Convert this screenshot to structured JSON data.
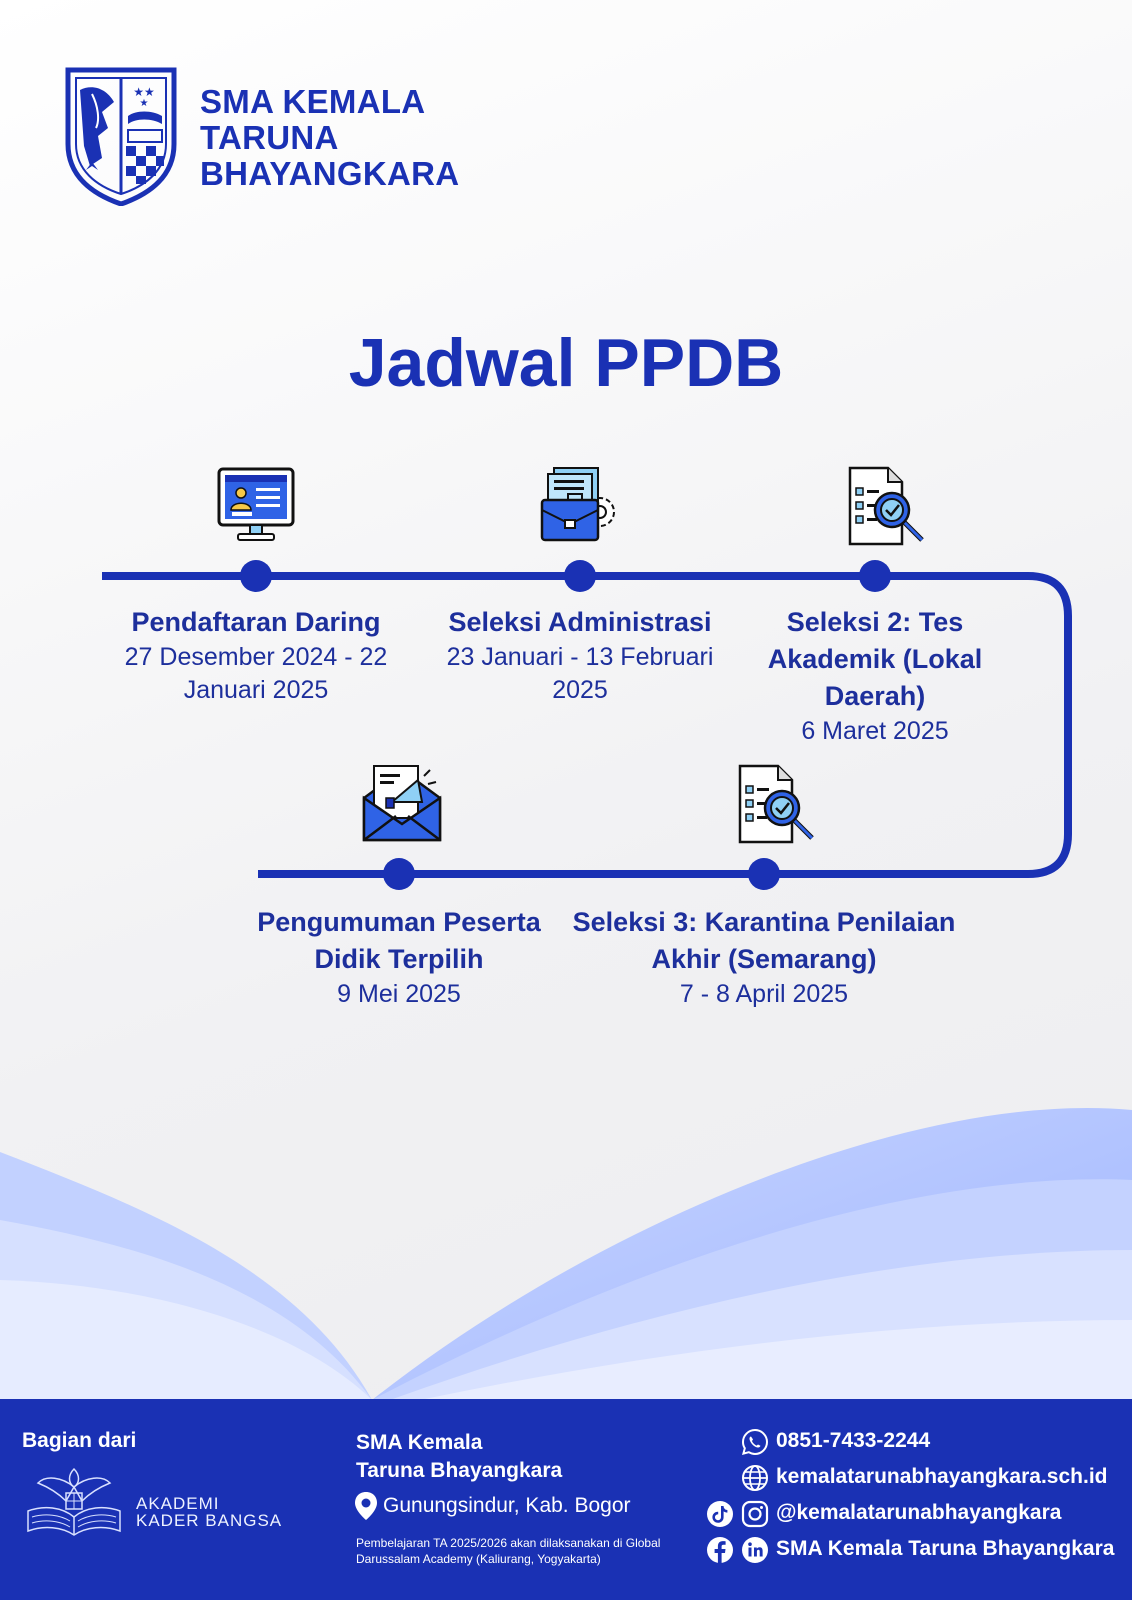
{
  "header": {
    "school_name_lines": [
      "SMA KEMALA",
      "TARUNA",
      "BHAYANGKARA"
    ]
  },
  "title": "Jadwal PPDB",
  "timeline": [
    {
      "title": "Pendaftaran Daring",
      "date": "27 Desember 2024 - 22 Januari 2025",
      "icon": "online-registration-icon"
    },
    {
      "title": "Seleksi Administrasi",
      "date": "23 Januari - 13 Februari 2025",
      "icon": "briefcase-documents-icon"
    },
    {
      "title": "Seleksi 2: Tes Akademik (Lokal Daerah)",
      "date": "6 Maret 2025",
      "icon": "document-check-icon"
    },
    {
      "title": "Seleksi 3: Karantina Penilaian Akhir (Semarang)",
      "date": "7 - 8 April 2025",
      "icon": "document-check-icon"
    },
    {
      "title": "Pengumuman Peserta Didik Terpilih",
      "date": "9 Mei 2025",
      "icon": "announcement-envelope-icon"
    }
  ],
  "footer": {
    "part_of_label": "Bagian dari",
    "academy_lines": [
      "AKADEMI",
      "KADER BANGSA"
    ],
    "school_lines": [
      "SMA Kemala",
      "Taruna Bhayangkara"
    ],
    "location": "Gunungsindur, Kab. Bogor",
    "note": "Pembelajaran TA 2025/2026 akan dilaksanakan di Global Darussalam Academy (Kaliurang, Yogyakarta)",
    "phone": "0851-7433-2244",
    "website": "kemalatarunabhayangkara.sch.id",
    "social_handle": "@kemalatarunabhayangkara",
    "social_name": "SMA Kemala Taruna Bhayangkara"
  },
  "colors": {
    "primary": "#1a31b4",
    "accent_light": "#b3c6ff",
    "icon_blue": "#2f63e6",
    "icon_light": "#8fd0f5"
  }
}
